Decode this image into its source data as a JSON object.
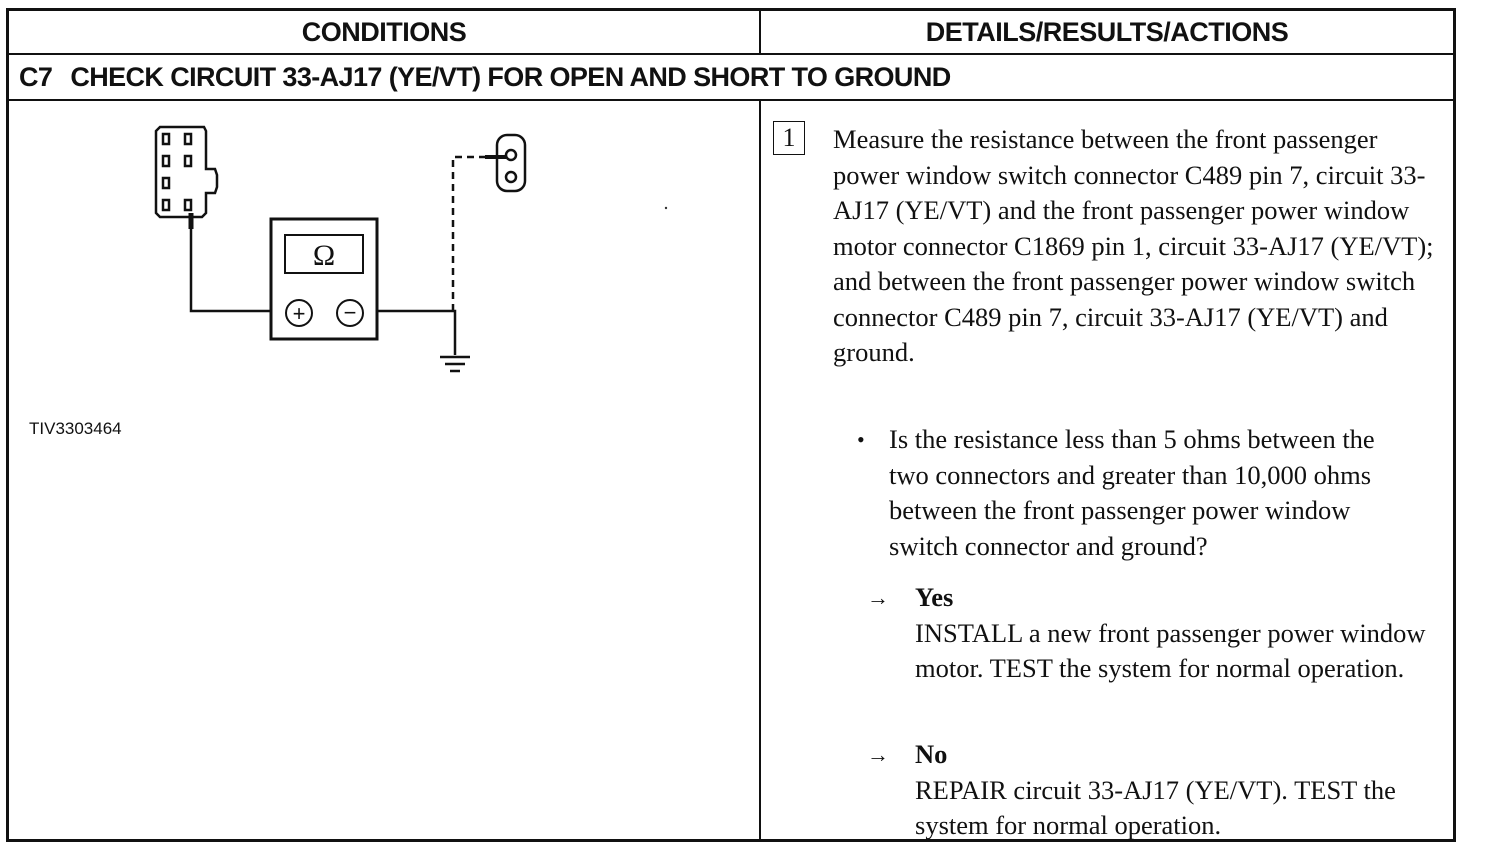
{
  "header": {
    "conditions": "CONDITIONS",
    "details": "DETAILS/RESULTS/ACTIONS"
  },
  "step": {
    "id": "C7",
    "title": "CHECK CIRCUIT 33-AJ17 (YE/VT) FOR OPEN AND SHORT TO GROUND"
  },
  "conditions": {
    "figure_id": "TIV3303464",
    "meter_symbol": "Ω",
    "meter_plus": "+",
    "meter_minus": "−"
  },
  "actions": {
    "step_number": "1",
    "instruction": "Measure the resistance between the front passenger power window switch connector C489 pin 7, circuit 33-AJ17 (YE/VT) and the front passenger power window motor connector C1869 pin 1, circuit 33-AJ17 (YE/VT); and between the front passenger power window switch connector C489 pin 7, circuit 33-AJ17 (YE/VT) and ground.",
    "bullet": "•",
    "question": "Is the resistance less than 5 ohms between the two connectors and greater than 10,000 ohms between the front passenger power window switch connector and ground?",
    "arrow": "→",
    "yes_label": "Yes",
    "yes_text": "INSTALL a new front passenger power window motor. TEST the system for normal operation.",
    "no_label": "No",
    "no_text": "REPAIR circuit 33-AJ17 (YE/VT). TEST the system for normal operation."
  }
}
